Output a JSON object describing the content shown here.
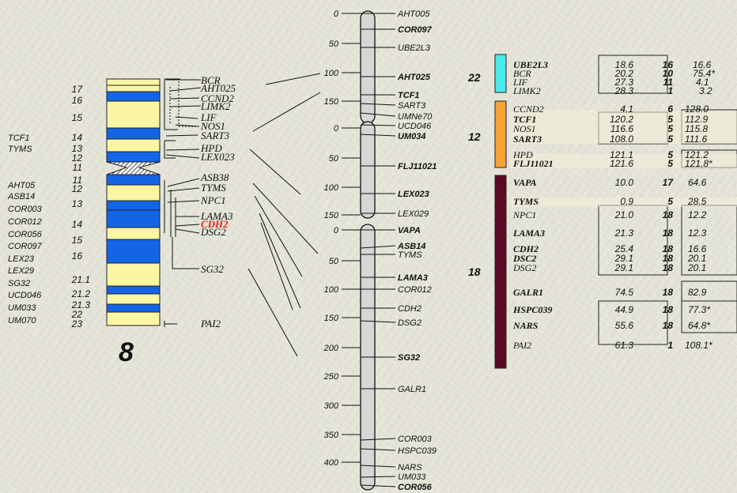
{
  "chromosome": {
    "number": "8",
    "band_numbers": [
      "17",
      "16",
      "15",
      "14",
      "13",
      "12",
      "11",
      "11",
      "12",
      "13",
      "14",
      "15",
      "16",
      "21.1",
      "21.2",
      "21.3",
      "22",
      "23"
    ],
    "left_markers": [
      "TCF1",
      "TYMS",
      "AHT05",
      "ASB14",
      "COR003",
      "COR012",
      "COR056",
      "COR097",
      "LEX23",
      "LEX29",
      "SG32",
      "UCD046",
      "UM033",
      "UM070"
    ],
    "right_markers": [
      "BCR",
      "AHT025",
      "CCND2",
      "LIMK2",
      "LIF",
      "NOS1",
      "SART3",
      "HPD",
      "LEX023",
      "ASB38",
      "TYMS",
      "NPC1",
      "LAMA3",
      "CDH2",
      "DSG2",
      "SG32",
      "PAI2"
    ]
  },
  "linkage_map": {
    "segment1": {
      "scale": [
        "0",
        "50",
        "100",
        "150"
      ],
      "markers": [
        "AHT005",
        "COR097",
        "UBE2L3",
        "AHT025",
        "TCF1",
        "SART3",
        "UMNe70"
      ]
    },
    "segment2": {
      "scale": [
        "0",
        "50",
        "100",
        "150"
      ],
      "markers": [
        "UCD046",
        "UM034",
        "FLJ11021",
        "LEX023",
        "LEX029"
      ]
    },
    "segment3": {
      "scale": [
        "0",
        "50",
        "100",
        "150",
        "200",
        "250",
        "300",
        "350",
        "400"
      ],
      "markers": [
        "VAPA",
        "ASB14",
        "TYMS",
        "LAMA3",
        "COR012",
        "CDH2",
        "DSG2",
        "SG32",
        "GALR1",
        "COR003",
        "HSPC039",
        "NARS",
        "UM033",
        "COR056"
      ]
    }
  },
  "comparative_table": {
    "groups": [
      {
        "label": "22",
        "color": "#4ee9ec"
      },
      {
        "label": "12",
        "color": "#f5a337"
      },
      {
        "label": "18",
        "color": "#5a0a26"
      }
    ],
    "rows": [
      {
        "gene": "UBE2L3",
        "v1": "18.6",
        "chr": "16",
        "v2": "16.6"
      },
      {
        "gene": "BCR",
        "v1": "20.2",
        "chr": "10",
        "v2": "75.4*"
      },
      {
        "gene": "LIF",
        "v1": "27.3",
        "chr": "11",
        "v2": "4.1"
      },
      {
        "gene": "LIMK2",
        "v1": "28.3",
        "chr": "1",
        "v2": "3.2"
      },
      {
        "gene": "CCND2",
        "v1": "4.1",
        "chr": "6",
        "v2": "128.0"
      },
      {
        "gene": "TCF1",
        "v1": "120.2",
        "chr": "5",
        "v2": "112.9"
      },
      {
        "gene": "NOS1",
        "v1": "116.6",
        "chr": "5",
        "v2": "115.8"
      },
      {
        "gene": "SART3",
        "v1": "108.0",
        "chr": "5",
        "v2": "111.6"
      },
      {
        "gene": "HPD",
        "v1": "121.1",
        "chr": "5",
        "v2": "121.2"
      },
      {
        "gene": "FLJ11021",
        "v1": "121.6",
        "chr": "5",
        "v2": "121.8*"
      },
      {
        "gene": "VAPA",
        "v1": "10.0",
        "chr": "17",
        "v2": "64.6"
      },
      {
        "gene": "TYMS",
        "v1": "0.9",
        "chr": "5",
        "v2": "28.5"
      },
      {
        "gene": "NPC1",
        "v1": "21.0",
        "chr": "18",
        "v2": "12.2"
      },
      {
        "gene": "LAMA3",
        "v1": "21.3",
        "chr": "18",
        "v2": "12.3"
      },
      {
        "gene": "CDH2",
        "v1": "25.4",
        "chr": "18",
        "v2": "16.6"
      },
      {
        "gene": "DSC2",
        "v1": "29.1",
        "chr": "18",
        "v2": "20.1"
      },
      {
        "gene": "DSG2",
        "v1": "29.1",
        "chr": "18",
        "v2": "20.1"
      },
      {
        "gene": "GALR1",
        "v1": "74.5",
        "chr": "18",
        "v2": "82.9"
      },
      {
        "gene": "HSPC039",
        "v1": "44.9",
        "chr": "18",
        "v2": "77.3*"
      },
      {
        "gene": "NARS",
        "v1": "55.6",
        "chr": "18",
        "v2": "64.8*"
      },
      {
        "gene": "PAI2",
        "v1": "61.3",
        "chr": "1",
        "v2": "108.1*"
      }
    ]
  }
}
